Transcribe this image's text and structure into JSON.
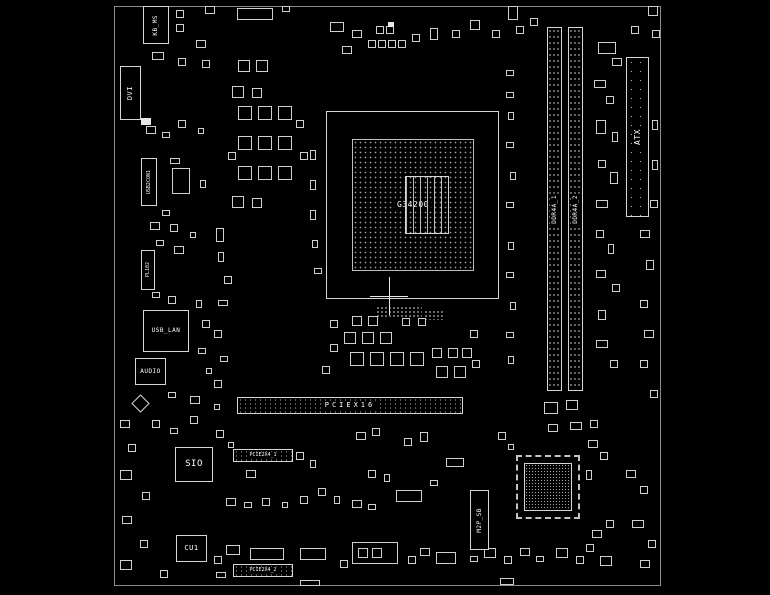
{
  "board": {
    "bg_color": "#000000",
    "line_color": "#d6d6d6",
    "text_color": "#ffffff"
  },
  "labels": {
    "kb_ms": "KB_MS",
    "dvi": "DVI",
    "usb_header": "USB2CON1",
    "pl102": "PL102",
    "usb_lan": "USB_LAN",
    "audio": "AUDIO",
    "sio": "SIO",
    "cu1": "CU1",
    "cpu_socket": "G34200",
    "dimm1": "DDR4A_1",
    "dimm2": "DDR4A_2",
    "atx": "ATX",
    "pciex16": "PCIEX16",
    "pcie_x4_1": "PCIE2X4_1",
    "pcie_x4_2": "PCIE2X4_2",
    "m2": "M2P_SB"
  }
}
